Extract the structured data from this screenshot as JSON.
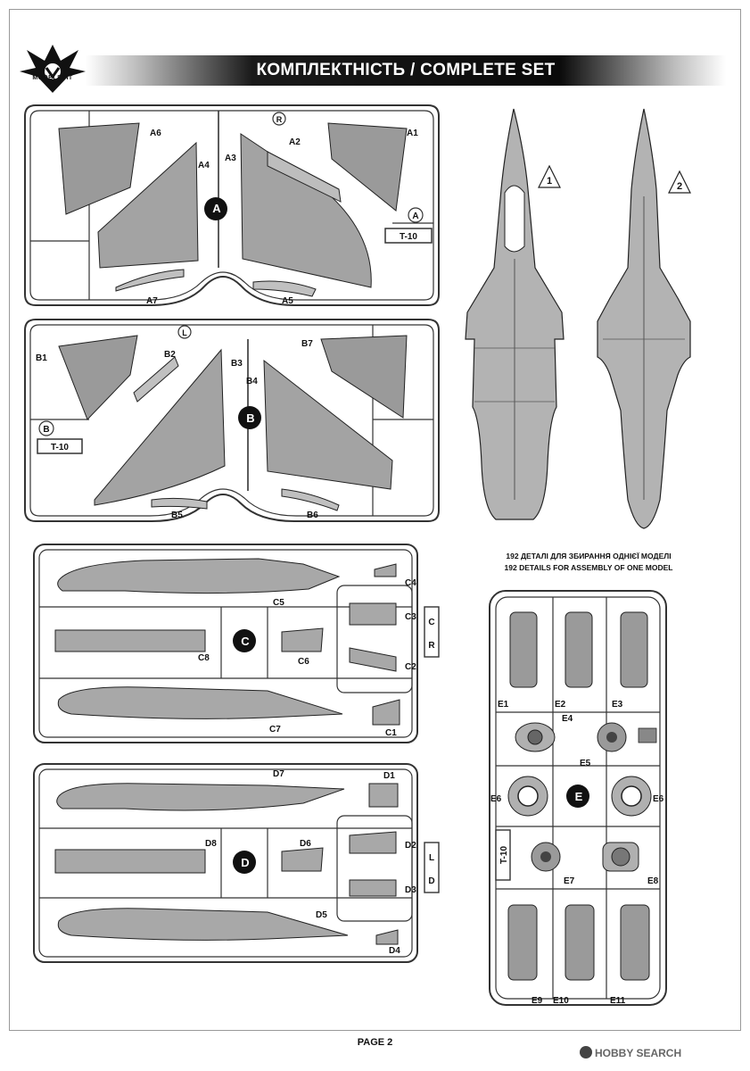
{
  "header": {
    "title": "КОМПЛЕКТНІСТЬ / COMPLETE SET",
    "logo_text": "MODELSVIT"
  },
  "sprue_a": {
    "letter": "A",
    "tag": "T-10",
    "parts": [
      "A1",
      "A2",
      "A3",
      "A4",
      "A5",
      "A6",
      "A7"
    ],
    "side_mark": "R"
  },
  "sprue_b": {
    "letter": "B",
    "tag": "T-10",
    "parts": [
      "B1",
      "B2",
      "B3",
      "B4",
      "B5",
      "B6",
      "B7"
    ],
    "side_mark": "L"
  },
  "sprue_c": {
    "letter": "C",
    "parts": [
      "C1",
      "C2",
      "C3",
      "C4",
      "C5",
      "C6",
      "C7",
      "C8"
    ],
    "side_mark": "R"
  },
  "sprue_d": {
    "letter": "D",
    "parts": [
      "D1",
      "D2",
      "D3",
      "D4",
      "D5",
      "D6",
      "D7",
      "D8"
    ],
    "side_mark": "L"
  },
  "sprue_e": {
    "letter": "E",
    "tag": "T-10",
    "parts": [
      "E1",
      "E2",
      "E3",
      "E4",
      "E5",
      "E6",
      "E6",
      "E7",
      "E8",
      "E9",
      "E10",
      "E11"
    ]
  },
  "fuselage_views": [
    "1",
    "2"
  ],
  "details": {
    "line_ua": "192 ДЕТАЛІ ДЛЯ ЗБИРАННЯ ОДНІЄЇ МОДЕЛІ",
    "line_en": "192 DETAILS FOR ASSEMBLY OF ONE MODEL"
  },
  "footer": {
    "page": "PAGE 2",
    "watermark": "HOBBY SEARCH"
  }
}
